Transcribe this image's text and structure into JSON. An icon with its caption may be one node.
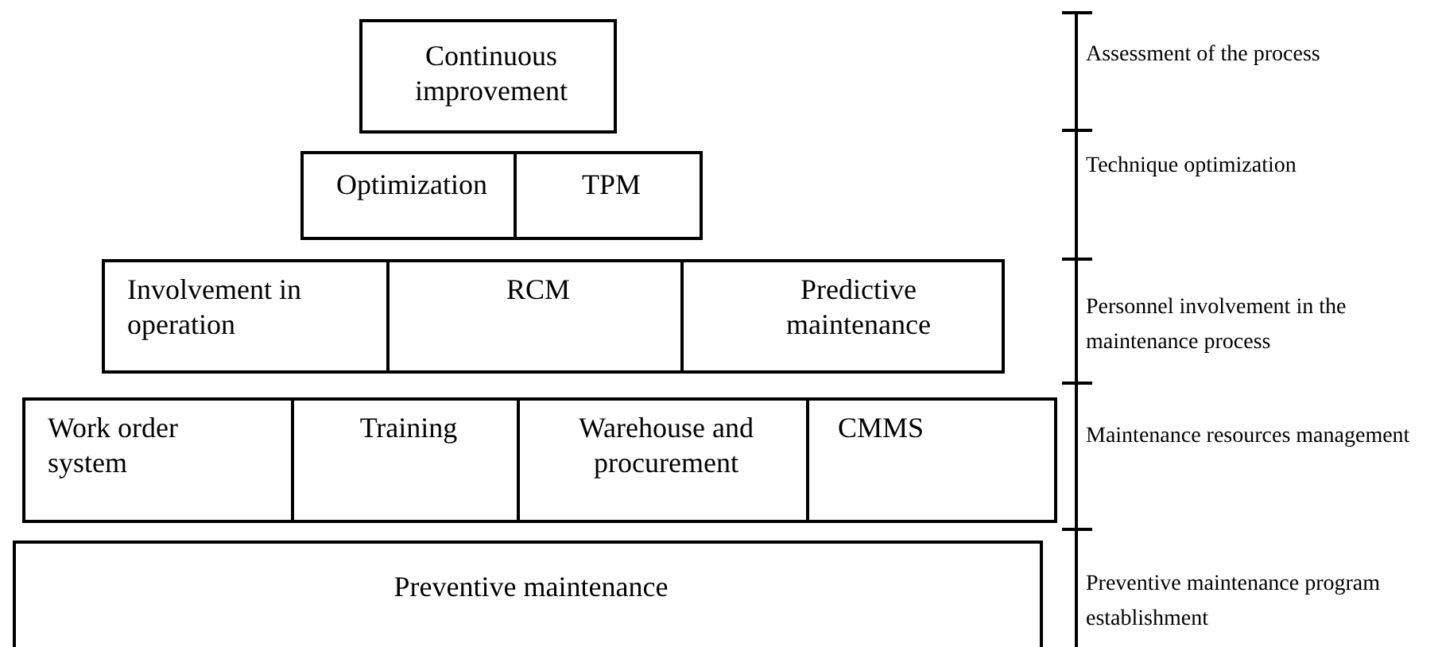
{
  "diagram": {
    "nodes": [
      {
        "text": [
          "Continuous improvement"
        ]
      },
      {
        "text": [
          "Optimization"
        ]
      },
      {
        "text": [
          "TPM"
        ]
      },
      {
        "text": [
          "Involvement in operation"
        ]
      },
      {
        "text": [
          "RCM"
        ]
      },
      {
        "text": [
          "Predictive maintenance"
        ]
      },
      {
        "text": [
          "Work order system"
        ]
      },
      {
        "text": [
          "Training"
        ]
      },
      {
        "text": [
          "Warehouse and procurement"
        ]
      },
      {
        "text": [
          "CMMS"
        ]
      },
      {
        "text": [
          "Preventive maintenance"
        ]
      }
    ],
    "labels": [
      "Assessment of the process",
      "Technique optimization",
      "Personnel involvement in the maintenance process",
      "Maintenance resources management",
      "Preventive maintenance program establishment"
    ]
  }
}
